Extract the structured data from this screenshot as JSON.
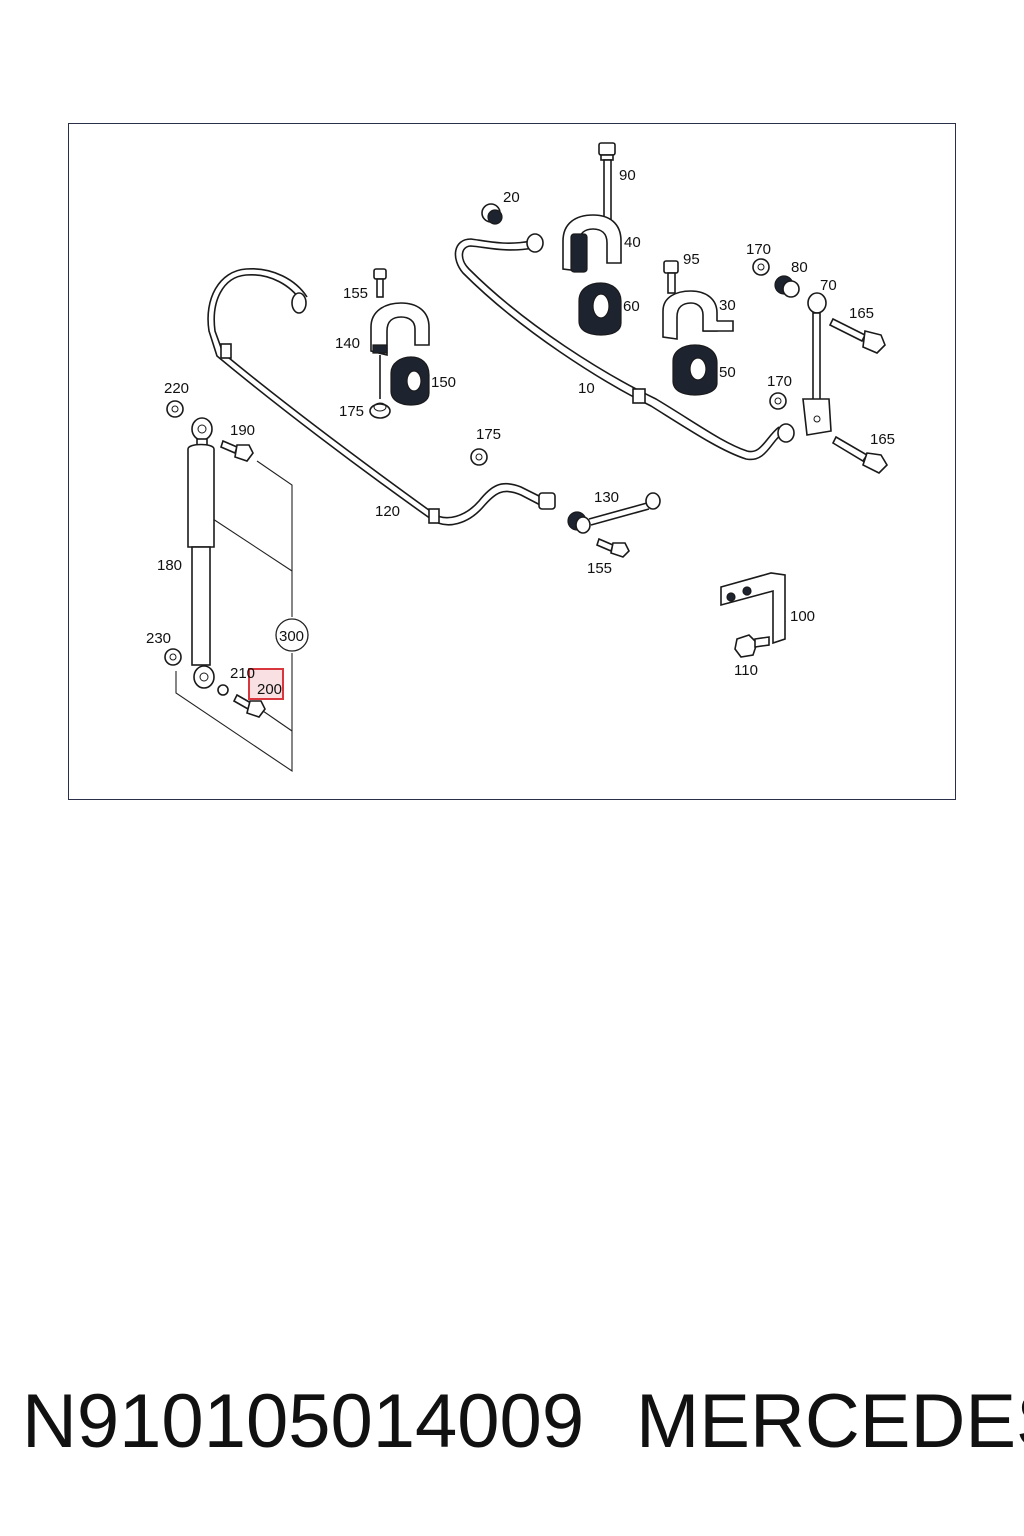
{
  "diagram": {
    "callouts": {
      "c10": "10",
      "c20": "20",
      "c30": "30",
      "c40": "40",
      "c50": "50",
      "c60": "60",
      "c70": "70",
      "c80": "80",
      "c90": "90",
      "c95": "95",
      "c100": "100",
      "c110": "110",
      "c120": "120",
      "c130": "130",
      "c140": "140",
      "c150": "150",
      "c155a": "155",
      "c155b": "155",
      "c165a": "165",
      "c165b": "165",
      "c170a": "170",
      "c170b": "170",
      "c175a": "175",
      "c175b": "175",
      "c180": "180",
      "c190": "190",
      "c200": "200",
      "c210": "210",
      "c220": "220",
      "c230": "230",
      "c300": "300"
    },
    "highlighted_callout": "200",
    "highlight_color": "#d9363e"
  },
  "caption": {
    "part_number": "N910105014009",
    "brand": "MERCEDES"
  }
}
